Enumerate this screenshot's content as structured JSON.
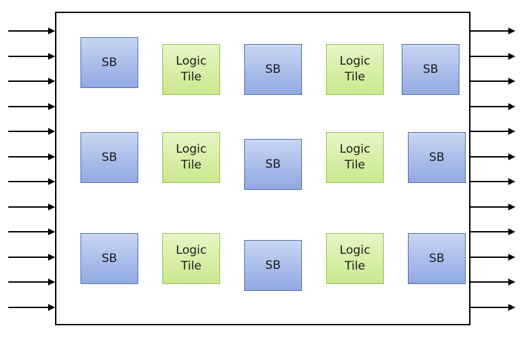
{
  "tiles": {
    "sb_label": "SB",
    "logic_label": "Logic\nTile"
  },
  "diagram": {
    "input_arrow_count": 12,
    "output_arrow_count": 12,
    "colors": {
      "sb_fill": "#a9bcea",
      "sb_border": "#4f6fa8",
      "logic_fill": "#d6efa6",
      "logic_border": "#98be5a",
      "outline": "#000000"
    }
  }
}
